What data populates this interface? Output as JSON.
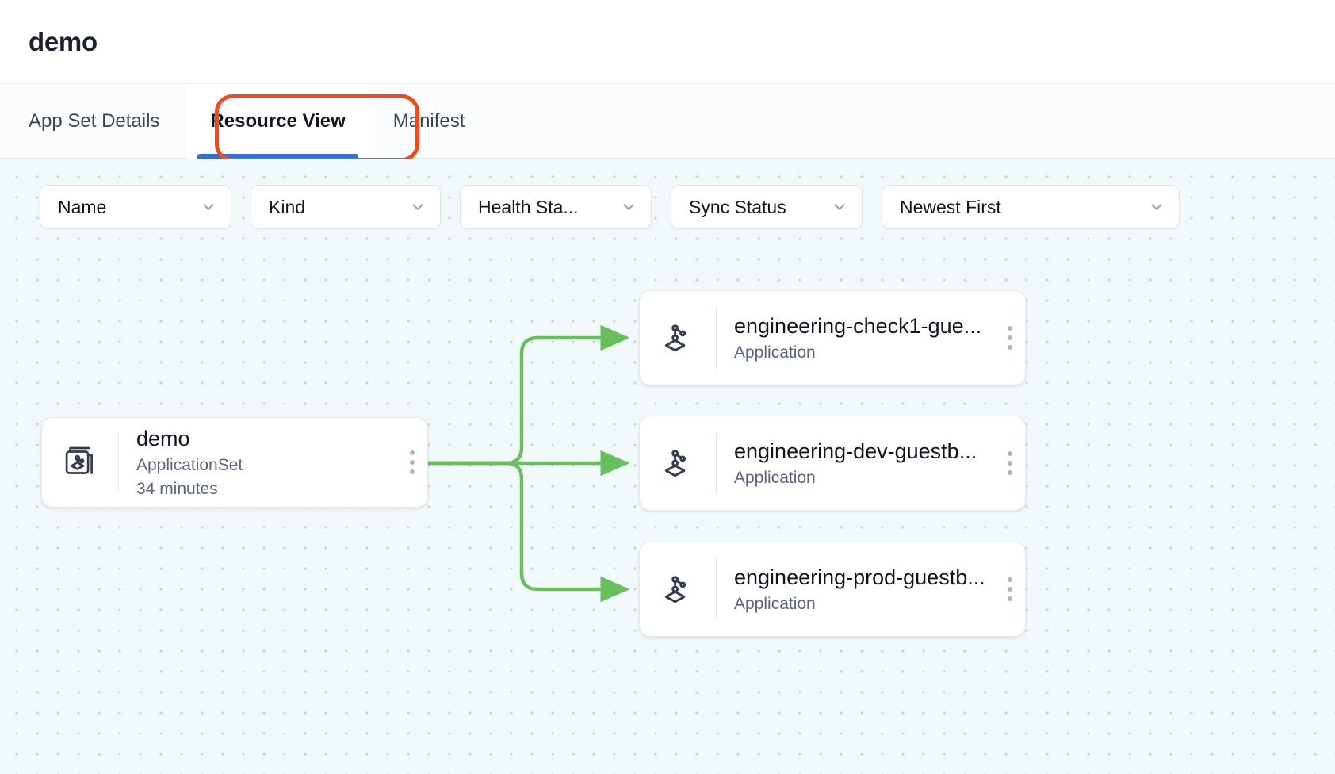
{
  "header": {
    "title": "demo"
  },
  "tabs": [
    {
      "label": "App Set Details",
      "active": false
    },
    {
      "label": "Resource View",
      "active": true
    },
    {
      "label": "Manifest",
      "active": false
    }
  ],
  "filters": [
    {
      "name": "name",
      "label": "Name",
      "icon": "chevron-down-icon"
    },
    {
      "name": "kind",
      "label": "Kind",
      "icon": "chevron-down-icon"
    },
    {
      "name": "health",
      "label": "Health Sta...",
      "icon": "chevron-down-icon"
    },
    {
      "name": "sync",
      "label": "Sync Status",
      "icon": "chevron-down-icon"
    },
    {
      "name": "sort",
      "label": "Newest First",
      "icon": "chevron-down-icon"
    }
  ],
  "graph": {
    "root": {
      "title": "demo",
      "kind": "ApplicationSet",
      "age": "34 minutes",
      "icon": "applicationset-icon",
      "menu_icon": "kebab-menu-icon"
    },
    "children": [
      {
        "title": "engineering-check1-gue...",
        "kind": "Application",
        "icon": "application-icon",
        "menu_icon": "kebab-menu-icon"
      },
      {
        "title": "engineering-dev-guestb...",
        "kind": "Application",
        "icon": "application-icon",
        "menu_icon": "kebab-menu-icon"
      },
      {
        "title": "engineering-prod-guestb...",
        "kind": "Application",
        "icon": "application-icon",
        "menu_icon": "kebab-menu-icon"
      }
    ]
  },
  "colors": {
    "tab_accent": "#3072d9",
    "highlight_ring": "#f04a23",
    "edge": "#68bd5c",
    "canvas_bg": "#f2f9fb",
    "card_bg": "#ffffff"
  }
}
